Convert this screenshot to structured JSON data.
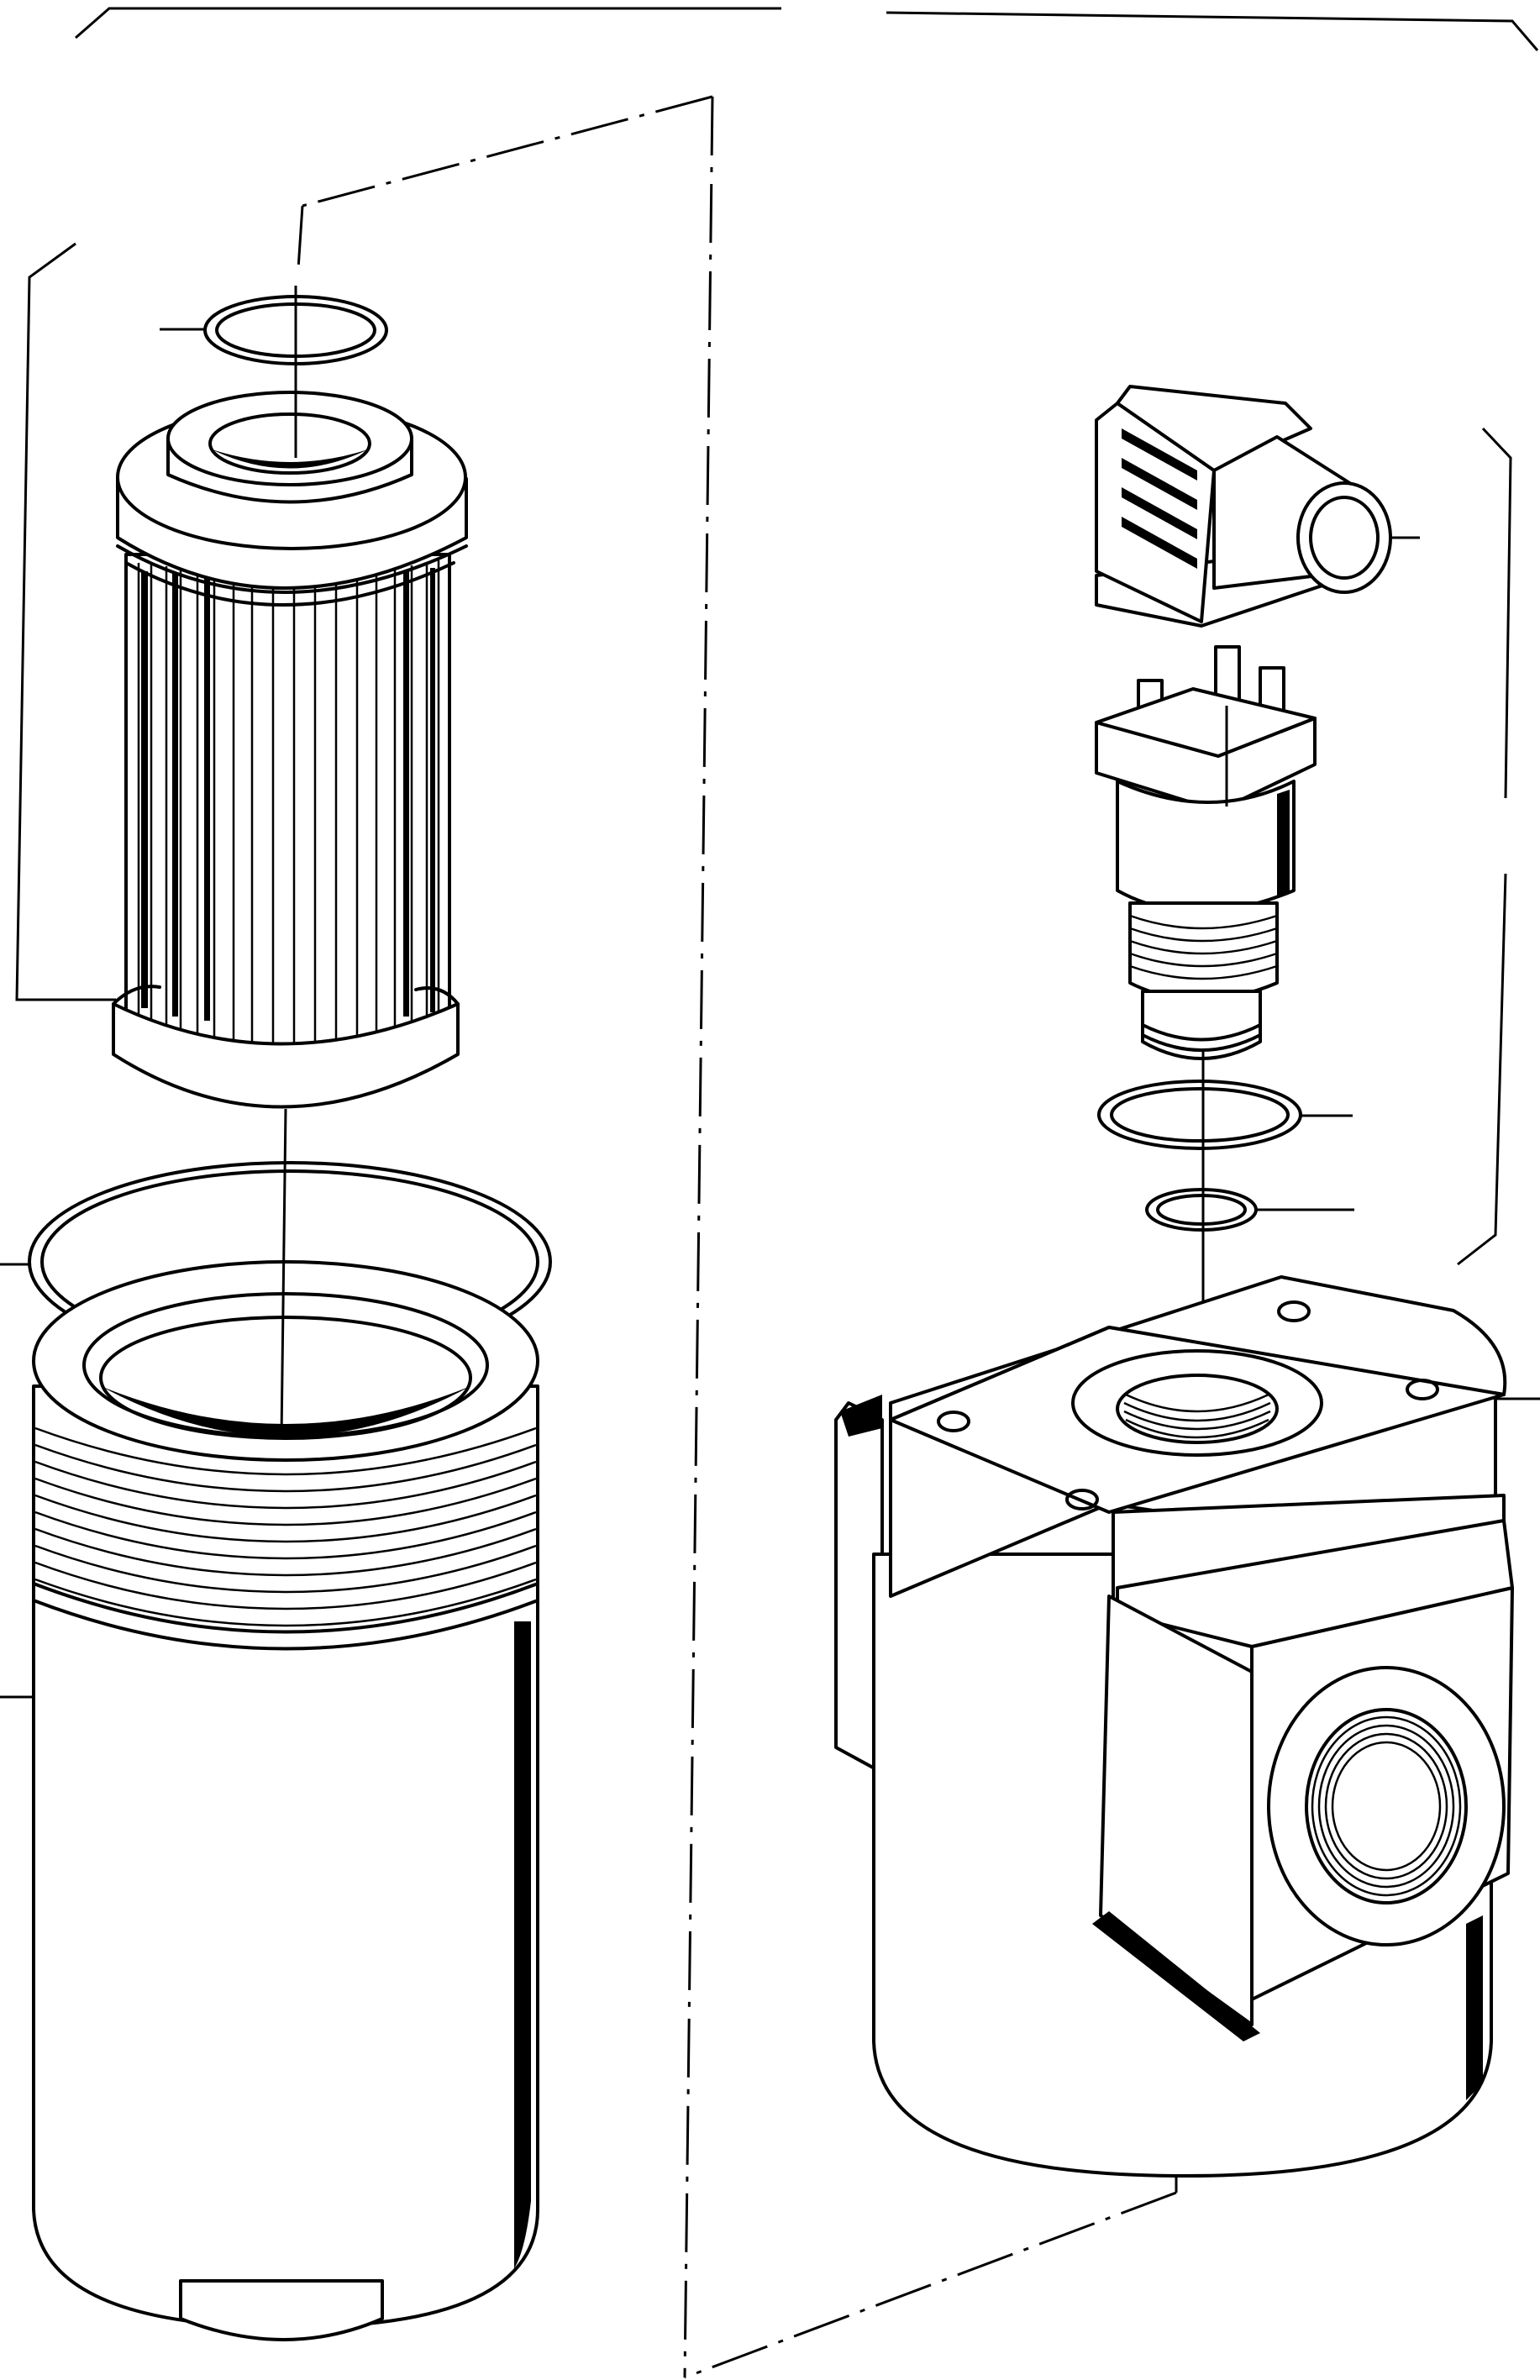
{
  "diagram": {
    "kind": "exploded-parts-view",
    "parts": [
      {
        "name": "filter-housing-bowl"
      },
      {
        "name": "bowl-o-ring"
      },
      {
        "name": "filter-element"
      },
      {
        "name": "element-top-o-ring"
      },
      {
        "name": "filter-head"
      },
      {
        "name": "clogging-indicator-switch"
      },
      {
        "name": "electrical-connector-plug"
      },
      {
        "name": "indicator-outer-seal"
      },
      {
        "name": "indicator-inner-seal"
      }
    ]
  }
}
